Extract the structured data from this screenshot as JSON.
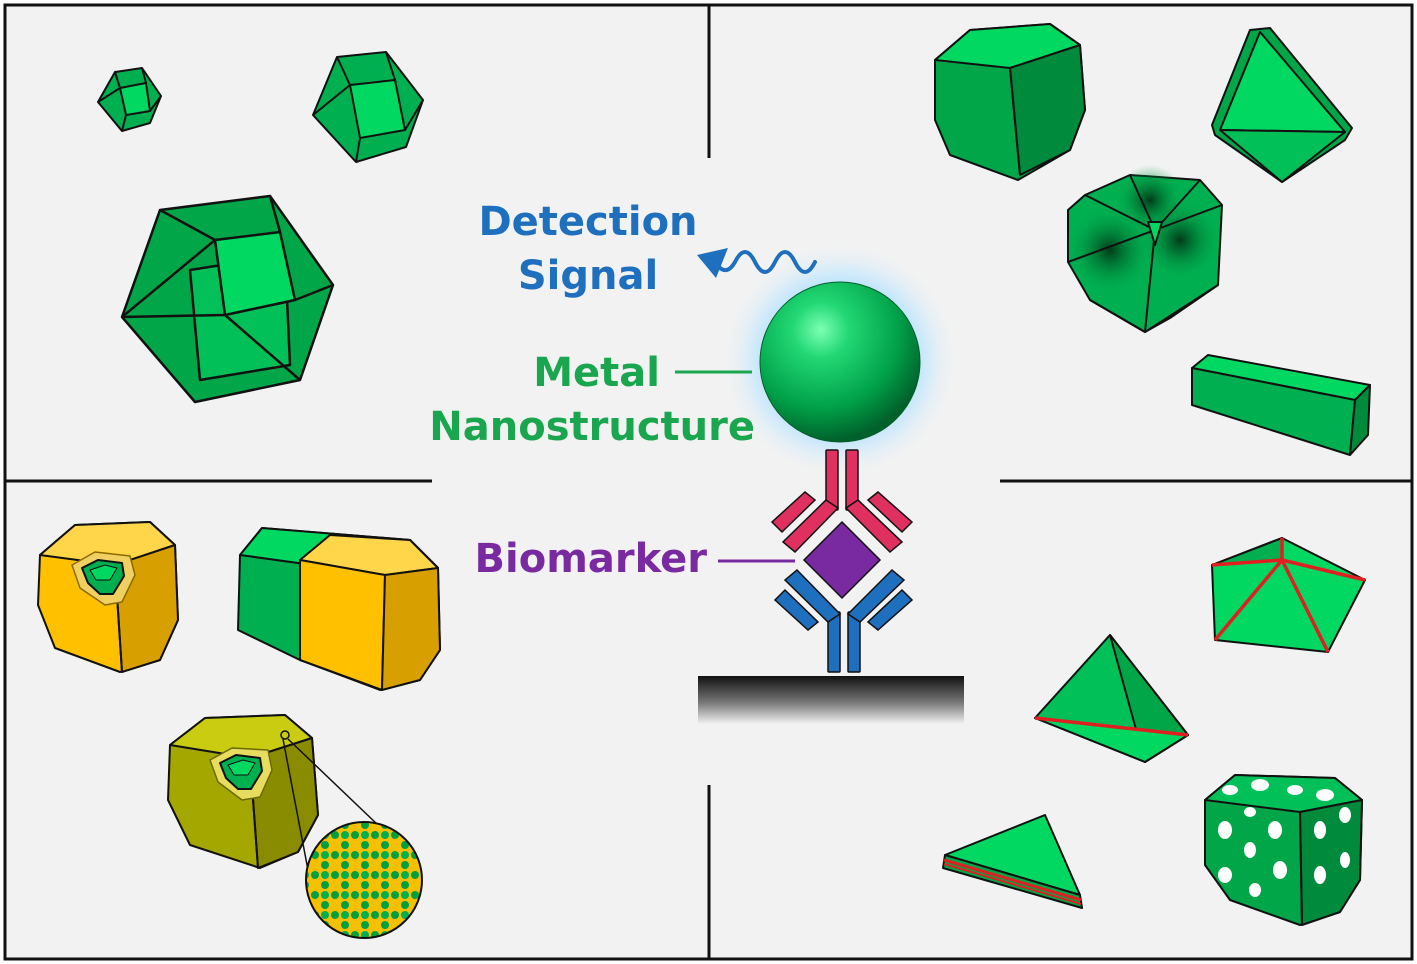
{
  "labels": {
    "detection": "Detection",
    "signal": "Signal",
    "metal": "Metal",
    "nanostructure": "Nanostructure",
    "biomarker": "Biomarker"
  },
  "colors": {
    "background": "#f2f2f2",
    "detection_text": "#1f6fbf",
    "metal_text": "#1aa64e",
    "biomarker_text": "#7a2aa0",
    "crystal_green": "#00b050",
    "crystal_light": "#00d861",
    "crystal_dark": "#009140",
    "gold": "#ffc000",
    "gold_dark": "#d7a000",
    "olive": "#a4a700",
    "antibody_top": "#e03060",
    "antibody_bottom": "#1f6fbf",
    "biomarker_fill": "#7a2aa0",
    "edge_red": "#e02020",
    "glow": "#7fd0ff"
  }
}
